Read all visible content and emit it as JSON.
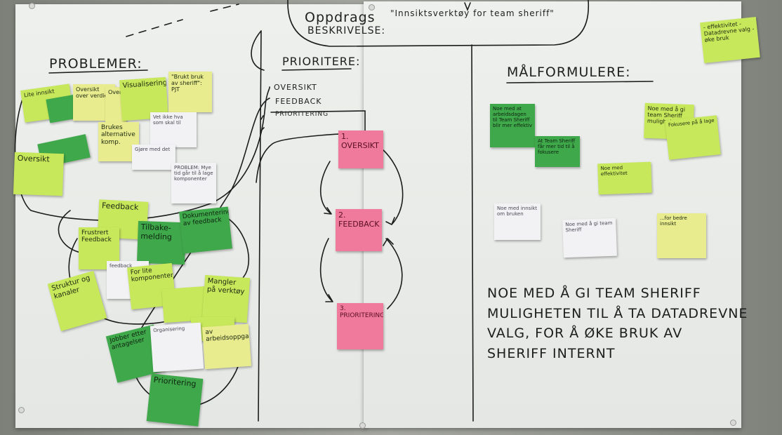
{
  "board": {
    "title_line1": "Oppdrags",
    "title_line2": "BESKRIVELSE:",
    "title_quote": "\"Innsiktsverktøy for team sheriff\"",
    "col_problems": "PROBLEMER:",
    "col_prioritize": "PRIORITERE:",
    "col_goals": "MÅLFORMULERE:",
    "pri_labels": [
      "OVERSIKT",
      "FEEDBACK",
      "PRIORITERING"
    ],
    "statement_lines": [
      "NOE MED Å GI TEAM SHERIFF",
      "MULIGHETEN TIL Å TA DATADREVNE",
      "VALG, FOR Å ØKE BRUK AV",
      "SHERIFF INTERNT"
    ]
  },
  "notes": {
    "prob_1": "Lite innsikt",
    "prob_2": "Oversikt over verdier",
    "prob_3": "Overs.",
    "prob_4": "Visualisering",
    "prob_5": "\"Brukt bruk av sheriff\": PJT",
    "prob_6": "Brukes alternative komp.",
    "prob_7": "",
    "prob_8": "Oversikt",
    "prob_9": "Vet ikke hva som skal til",
    "prob_10": "Gjøre med det",
    "prob_11": "PROBLEM: Mye tid går til å lage komponenter",
    "prob_12": "Feedback",
    "prob_13": "Frustrert Feedback",
    "prob_14": "Tilbake-melding",
    "prob_15": "Dokumentering av feedback",
    "prob_16": "feedback",
    "prob_17": "Struktur og kanaler",
    "prob_18": "For lite komponenter",
    "prob_19": "Mangler på verktøy",
    "prob_20": "",
    "prob_21": "Jobber etter antagelser",
    "prob_22": "Organisering",
    "prob_23": "Prioritering",
    "prob_24": "av arbeidsoppgaver",
    "pri_1": "1. OVERSIKT",
    "pri_2": "2. FEEDBACK",
    "pri_3": "3. PRIORITERING",
    "goal_1": "Noe med at arbeidsdagen til Team Sheriff blir mer effektiv",
    "goal_2": "At Team Sheriff får mer tid til å fokusere",
    "goal_3": "Noe med å gi team Sheriff muligheten til",
    "goal_4": "Fokusere på å lage",
    "goal_5": "Noe med effektivitet",
    "goal_6": "Noe med innsikt om bruken",
    "goal_7": "Noe med å gi team Sheriff",
    "goal_8": "...for bedre innsikt",
    "corner": "- effektivitet - Datadrevne valg - øke bruk"
  }
}
